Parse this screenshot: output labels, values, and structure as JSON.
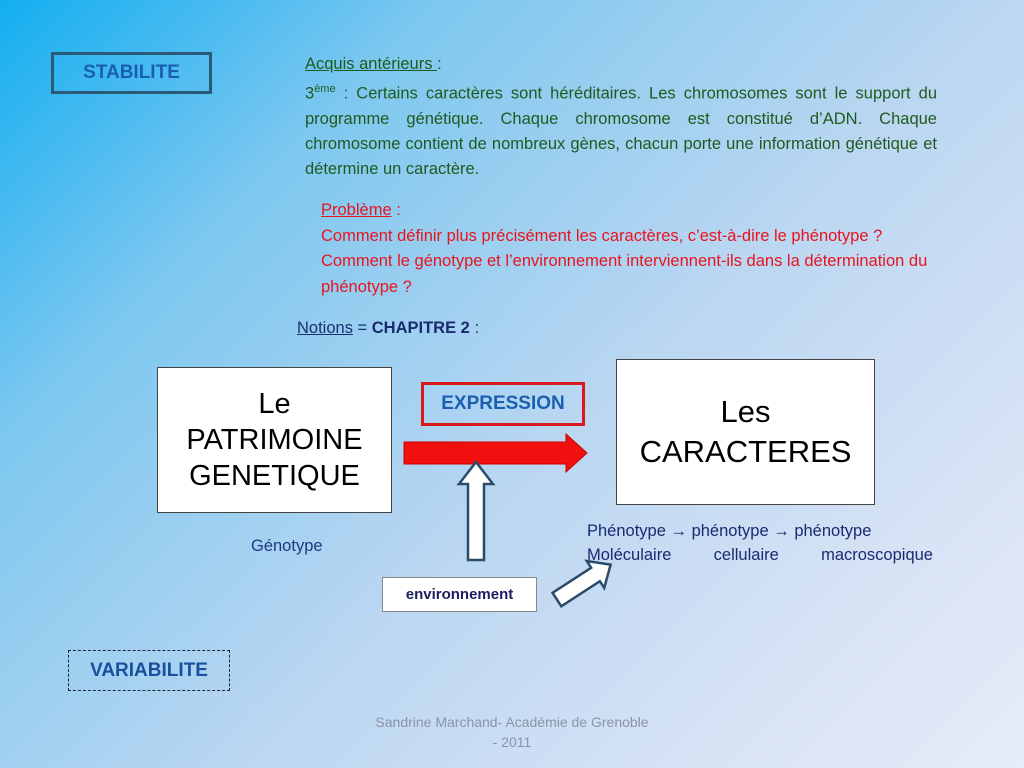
{
  "stabilite": "STABILITE",
  "variabilite": "VARIABILITE",
  "acquis": {
    "title": "Acquis antérieurs ",
    "colon": ":",
    "level": "3",
    "level_sup": "ème",
    "text": " : Certains caractères sont héréditaires. Les chromosomes sont le support du programme génétique. Chaque chromosome est constitué d’ADN. Chaque chromosome contient de nombreux gènes, chacun porte une information génétique et détermine un caractère."
  },
  "probleme": {
    "title": "Problème",
    "colon": " :",
    "line1": " Comment définir plus précisément les caractères, c’est-à-dire le phénotype ?",
    "line2": "Comment le génotype et l’environnement interviennent-ils dans la détermination du phénotype ?"
  },
  "notions": {
    "label": "Notions",
    "eq": " = ",
    "chapter": "CHAPITRE 2",
    "colon": " :"
  },
  "diagram": {
    "patrimoine": [
      "Le",
      "PATRIMOINE",
      "GENETIQUE"
    ],
    "caracteres": [
      "Les",
      "CARACTERES"
    ],
    "expression": "EXPRESSION",
    "environnement": "environnement",
    "genotype": "Génotype",
    "phenotype_row1": [
      "Phénotype ",
      "→",
      " phénotype ",
      "→",
      " phénotype"
    ],
    "phenotype_row2": [
      "Moléculaire",
      "cellulaire",
      "macroscopique"
    ]
  },
  "colors": {
    "expression_arrow": "#f01010",
    "expression_border": "#d81a1a",
    "probleme_text": "#e8141e",
    "acquis_text": "#1f5a1f"
  },
  "footer": {
    "line1": "Sandrine Marchand- Académie de Grenoble",
    "line2": "- 2011"
  }
}
